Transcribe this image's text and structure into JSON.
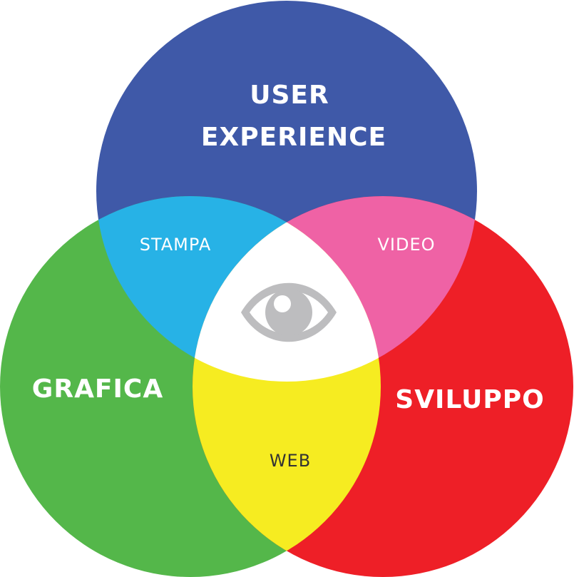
{
  "sets": {
    "top": {
      "label_line1": "USER",
      "label_line2": "EXPERIENCE",
      "color": "#3f59a8"
    },
    "left": {
      "label": "GRAFICA",
      "color": "#54b74a"
    },
    "right": {
      "label": "SVILUPPO",
      "color": "#ee1f27"
    }
  },
  "overlaps": {
    "top_left": {
      "label": "STAMPA",
      "color": "#27b2e6"
    },
    "top_right": {
      "label": "VIDEO",
      "color": "#ef62a5"
    },
    "left_right": {
      "label": "WEB",
      "color": "#f6ec21"
    },
    "center": {
      "color": "#ffffff",
      "icon": "eye-icon",
      "icon_color": "#bdbdbf"
    }
  }
}
